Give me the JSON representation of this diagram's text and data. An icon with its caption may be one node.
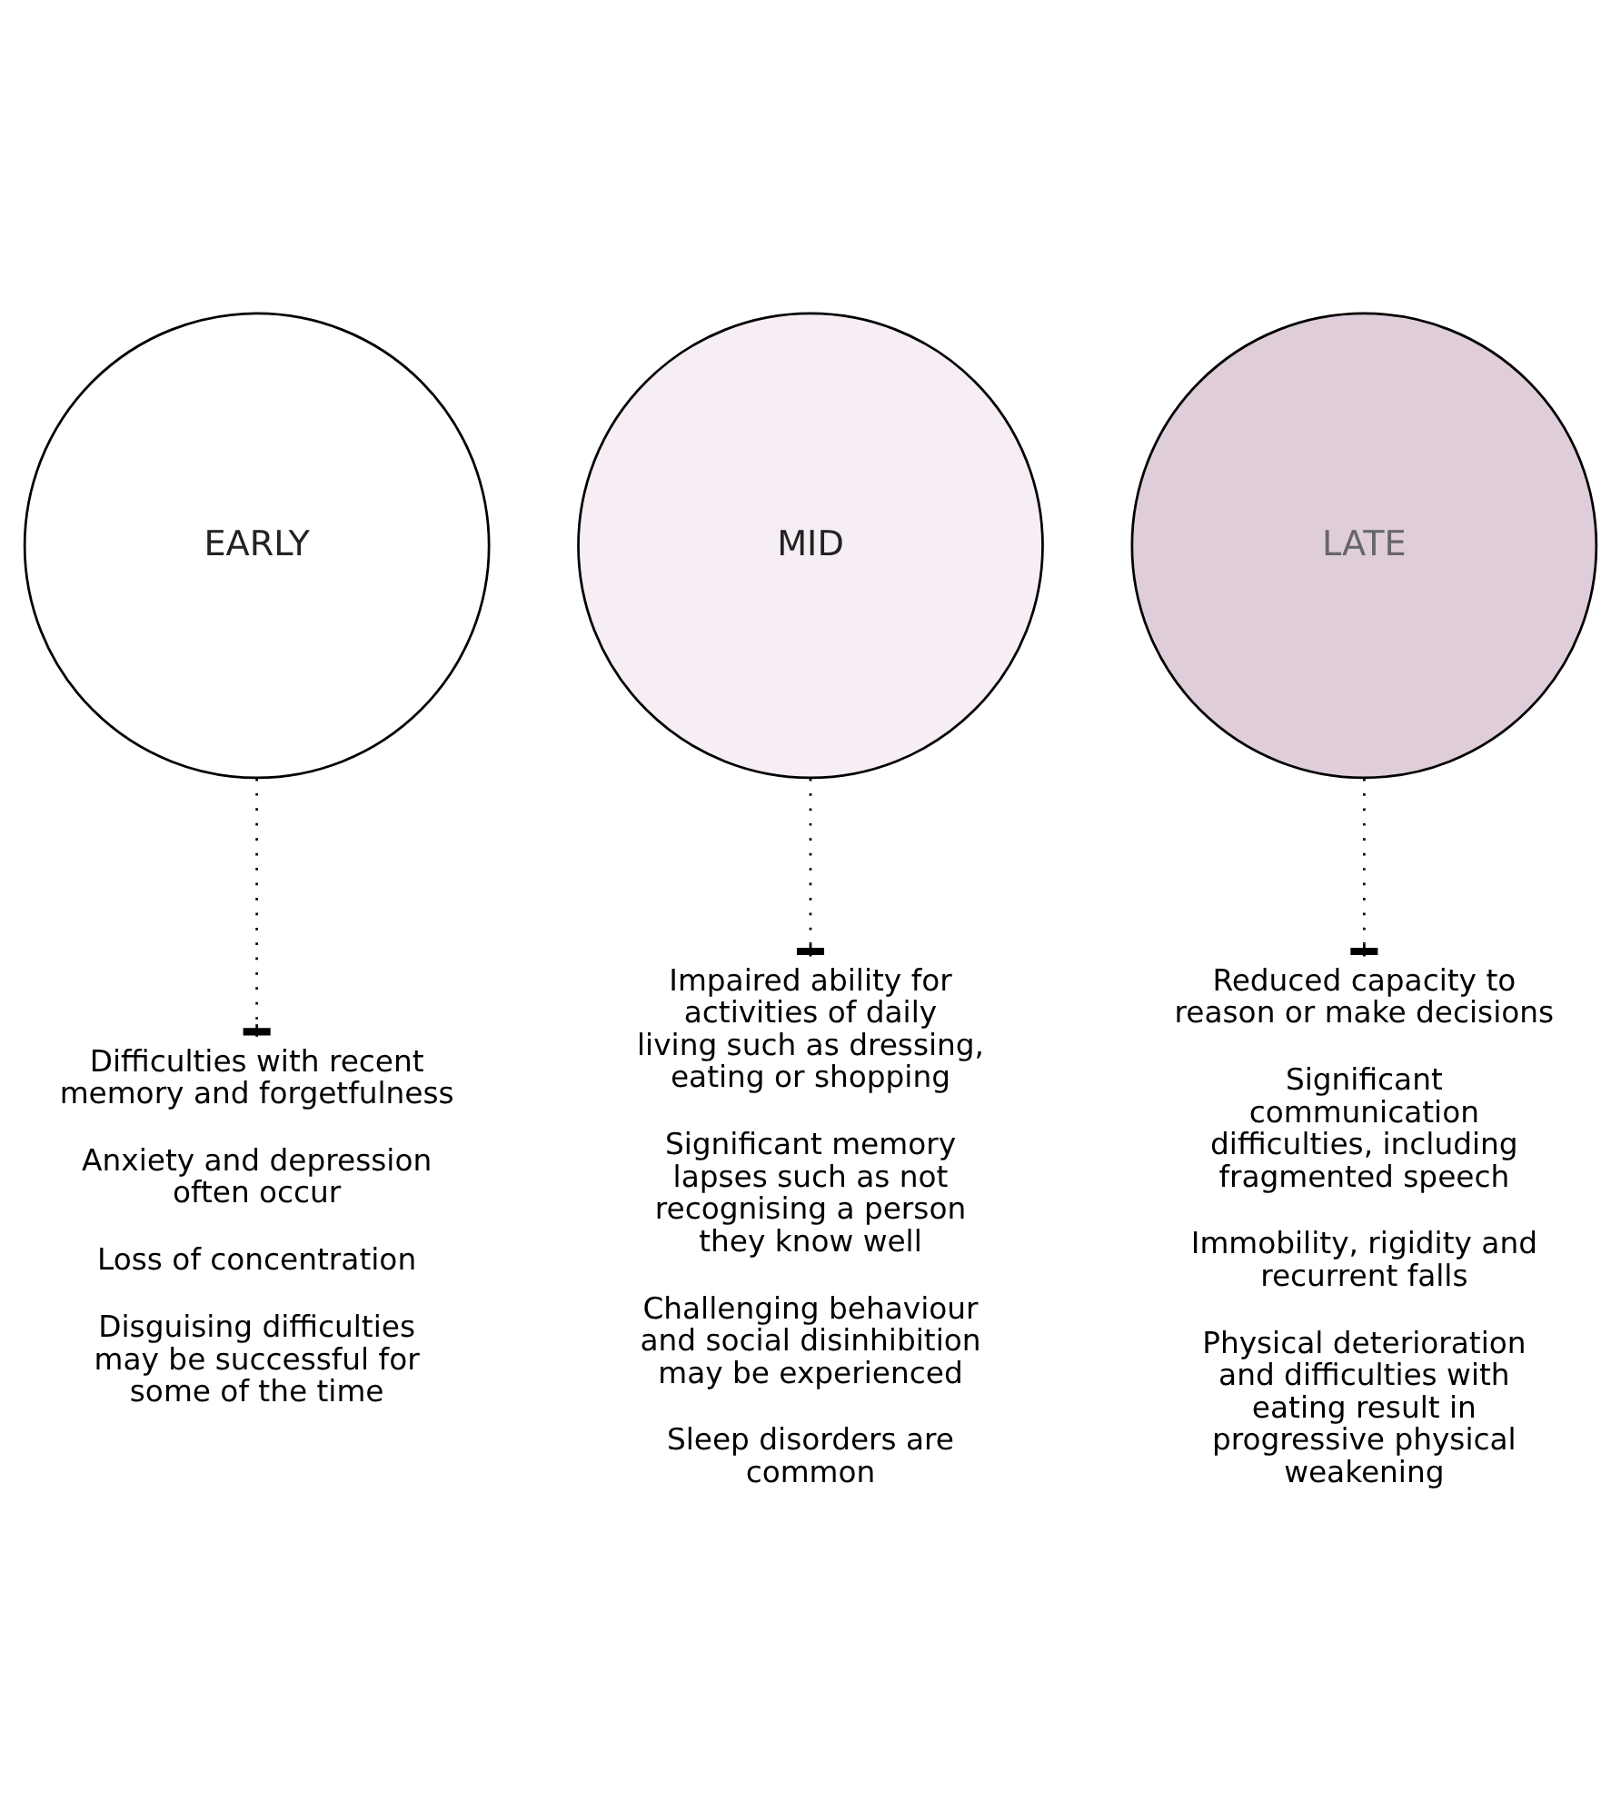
{
  "diagram": {
    "nodes": [
      {
        "text": [
          "EARLY"
        ]
      },
      {
        "text": [
          "MID"
        ]
      },
      {
        "text": [
          "LATE"
        ]
      },
      {
        "text": [
          "Difficulties with recent memory and forgetfulness",
          "Anxiety and depression often occur",
          "Loss of concentration",
          "Disguising difficulties may be successful for some of the time"
        ]
      },
      {
        "text": [
          "Impaired ability for activities of daily living such as dressing, eating or shopping",
          "Significant memory lapses such as not recognising a person they know well",
          "Challenging behaviour and social disinhibition may be experienced",
          "Sleep disorders are common"
        ]
      },
      {
        "text": [
          "Reduced capacity to reason or make decisions",
          "Significant communication difficulties, including fragmented speech",
          "Immobility, rigidity and recurrent falls",
          "Physical deterioration and difficulties with eating result in progressive physical weakening"
        ]
      }
    ],
    "edges": [
      {
        "from": 0,
        "to": 3,
        "arrow": "other",
        "style": "dashed"
      },
      {
        "from": 1,
        "to": 4,
        "arrow": "other",
        "style": "dashed"
      },
      {
        "from": 2,
        "to": 5,
        "arrow": "other",
        "style": "dashed"
      }
    ]
  }
}
